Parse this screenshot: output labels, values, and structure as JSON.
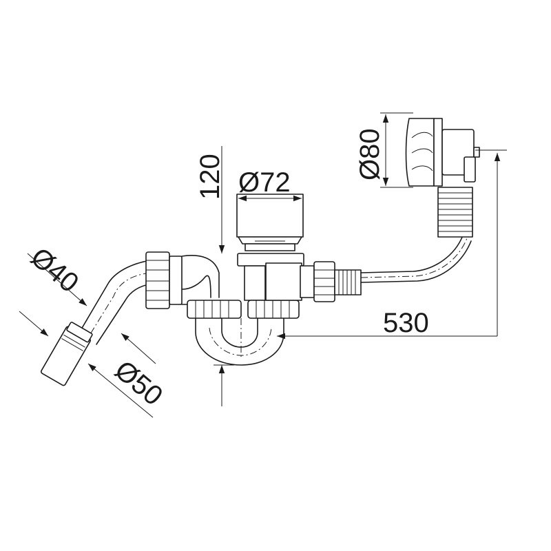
{
  "dimensions": {
    "height_120": "120",
    "dia_72": "Ø72",
    "dia_80": "Ø80",
    "dia_40": "Ø40",
    "dia_50": "Ø50",
    "length_530": "530"
  }
}
